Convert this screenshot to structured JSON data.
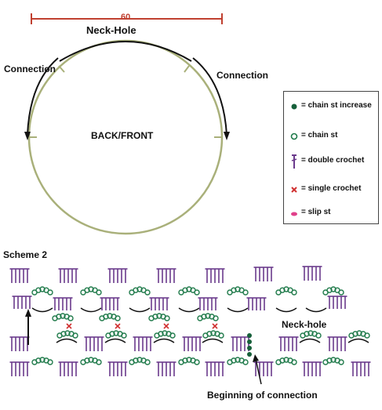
{
  "dimension_label": "60",
  "labels": {
    "neck_hole": "Neck-Hole",
    "connection_left": "Connection",
    "connection_right": "Connection",
    "center": "BACK/FRONT",
    "scheme_title": "Scheme 2",
    "neck_hole_lower": "Neck-hole",
    "beginning": "Beginning of connection"
  },
  "legend": [
    {
      "icon": "chain-st-increase-icon",
      "text": "= chain st increase"
    },
    {
      "icon": "chain-st-icon",
      "text": "= chain st"
    },
    {
      "icon": "double-crochet-icon",
      "text": "= double crochet"
    },
    {
      "icon": "single-crochet-icon",
      "text": "= single crochet"
    },
    {
      "icon": "slip-st-icon",
      "text": "= slip st"
    }
  ],
  "colors": {
    "circle": "#a9b07a",
    "dimension": "#c04030",
    "stitch_purple": "#6b3a8c",
    "chain_green": "#1f7a4a",
    "single_red": "#d03030",
    "slip_pink": "#e0408a",
    "increase_dark": "#16603a"
  }
}
